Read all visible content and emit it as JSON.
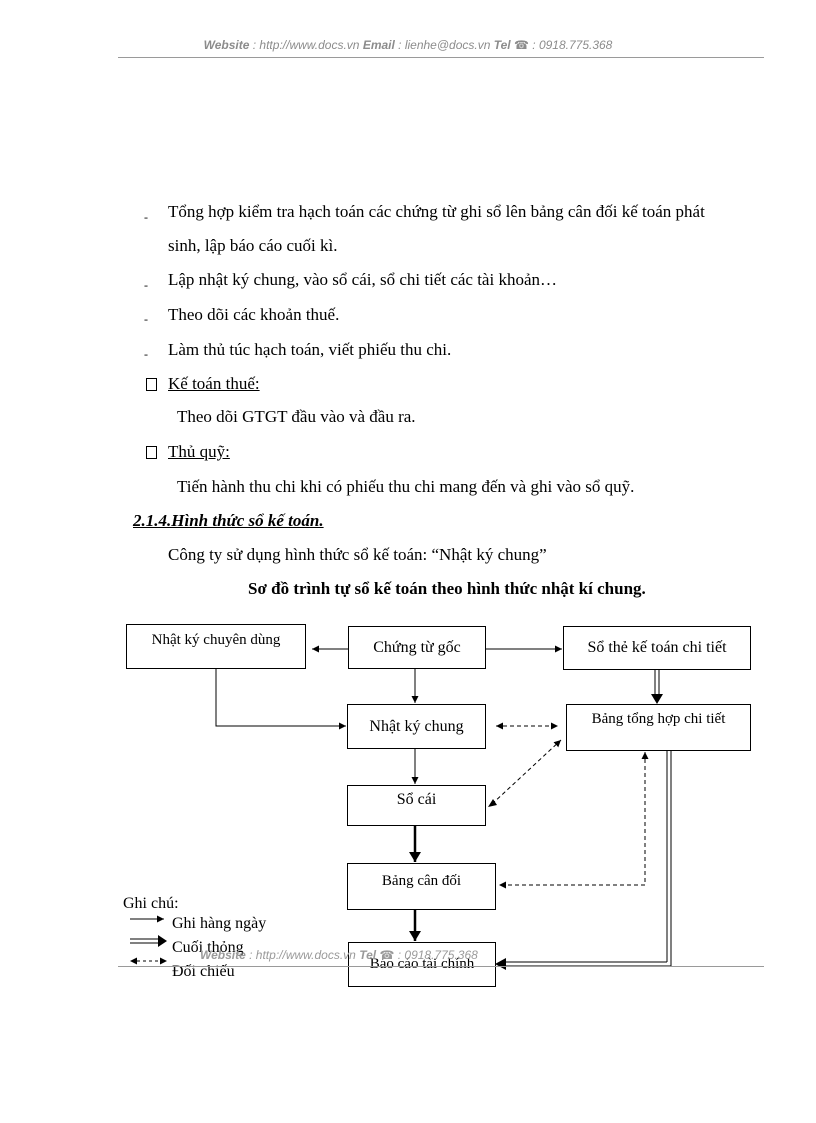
{
  "header": {
    "website_label": "Website",
    "website_value": " : http://www.docs.vn ",
    "email_label": "Email",
    "email_value": "  : lienhe@docs.vn ",
    "tel_label": "Tel",
    "tel_value": " : 0918.775.368"
  },
  "body": {
    "b1_l1": "Tổng hợp kiểm tra hạch toán các chứng từ ghi sổ lên bảng cân đối kế toán phát",
    "b1_l2": "sinh, lập báo cáo cuối kì.",
    "b2": "Lập nhật ký chung, vào sổ cái, sổ chi tiết các tài khoản…",
    "b3": "Theo dõi các khoản thuế.",
    "b4": "Làm thủ túc hạch toán, viết phiếu thu chi.",
    "s1_title": "Kế toán thuế:",
    "s1_text": "Theo dõi GTGT đầu vào và đầu ra.",
    "s2_title": "Thủ quỹ:",
    "s2_text": "Tiến hành thu chi khi có phiếu thu chi mang đến và ghi vào sổ quỹ.",
    "section_heading": "2.1.4.Hình thức sổ kế toán.",
    "section_text": "Công ty sử dụng hình thức sổ kế toán: “Nhật ký chung”",
    "diagram_title": "Sơ đồ trình tự sổ kế toán theo hình thức nhật kí chung."
  },
  "diagram": {
    "nhat_ky_chuyen_dung": "Nhật ký chuyên dùng",
    "chung_tu_goc": "Chứng từ gốc",
    "so_the_chi_tiet": "Sổ thẻ kế toán chi tiết",
    "nhat_ky_chung": "Nhật ký chung",
    "bang_tong_hop": "Bảng tổng hợp chi tiết",
    "so_cai": "Sổ cái",
    "bang_can_doi": "Bảng cân đối",
    "bao_cao": "Báo cáo tài chính"
  },
  "legend": {
    "title": "Ghi chú:",
    "daily": "Ghi hàng ngày",
    "period_end": "Cuối thỏng",
    "check": "Đối chiếu"
  },
  "footer": {
    "website_label": "Website",
    "website_value": " : http://www.docs.vn ",
    "tel_label": "Tel",
    "tel_value": " : 0918.775.368"
  }
}
